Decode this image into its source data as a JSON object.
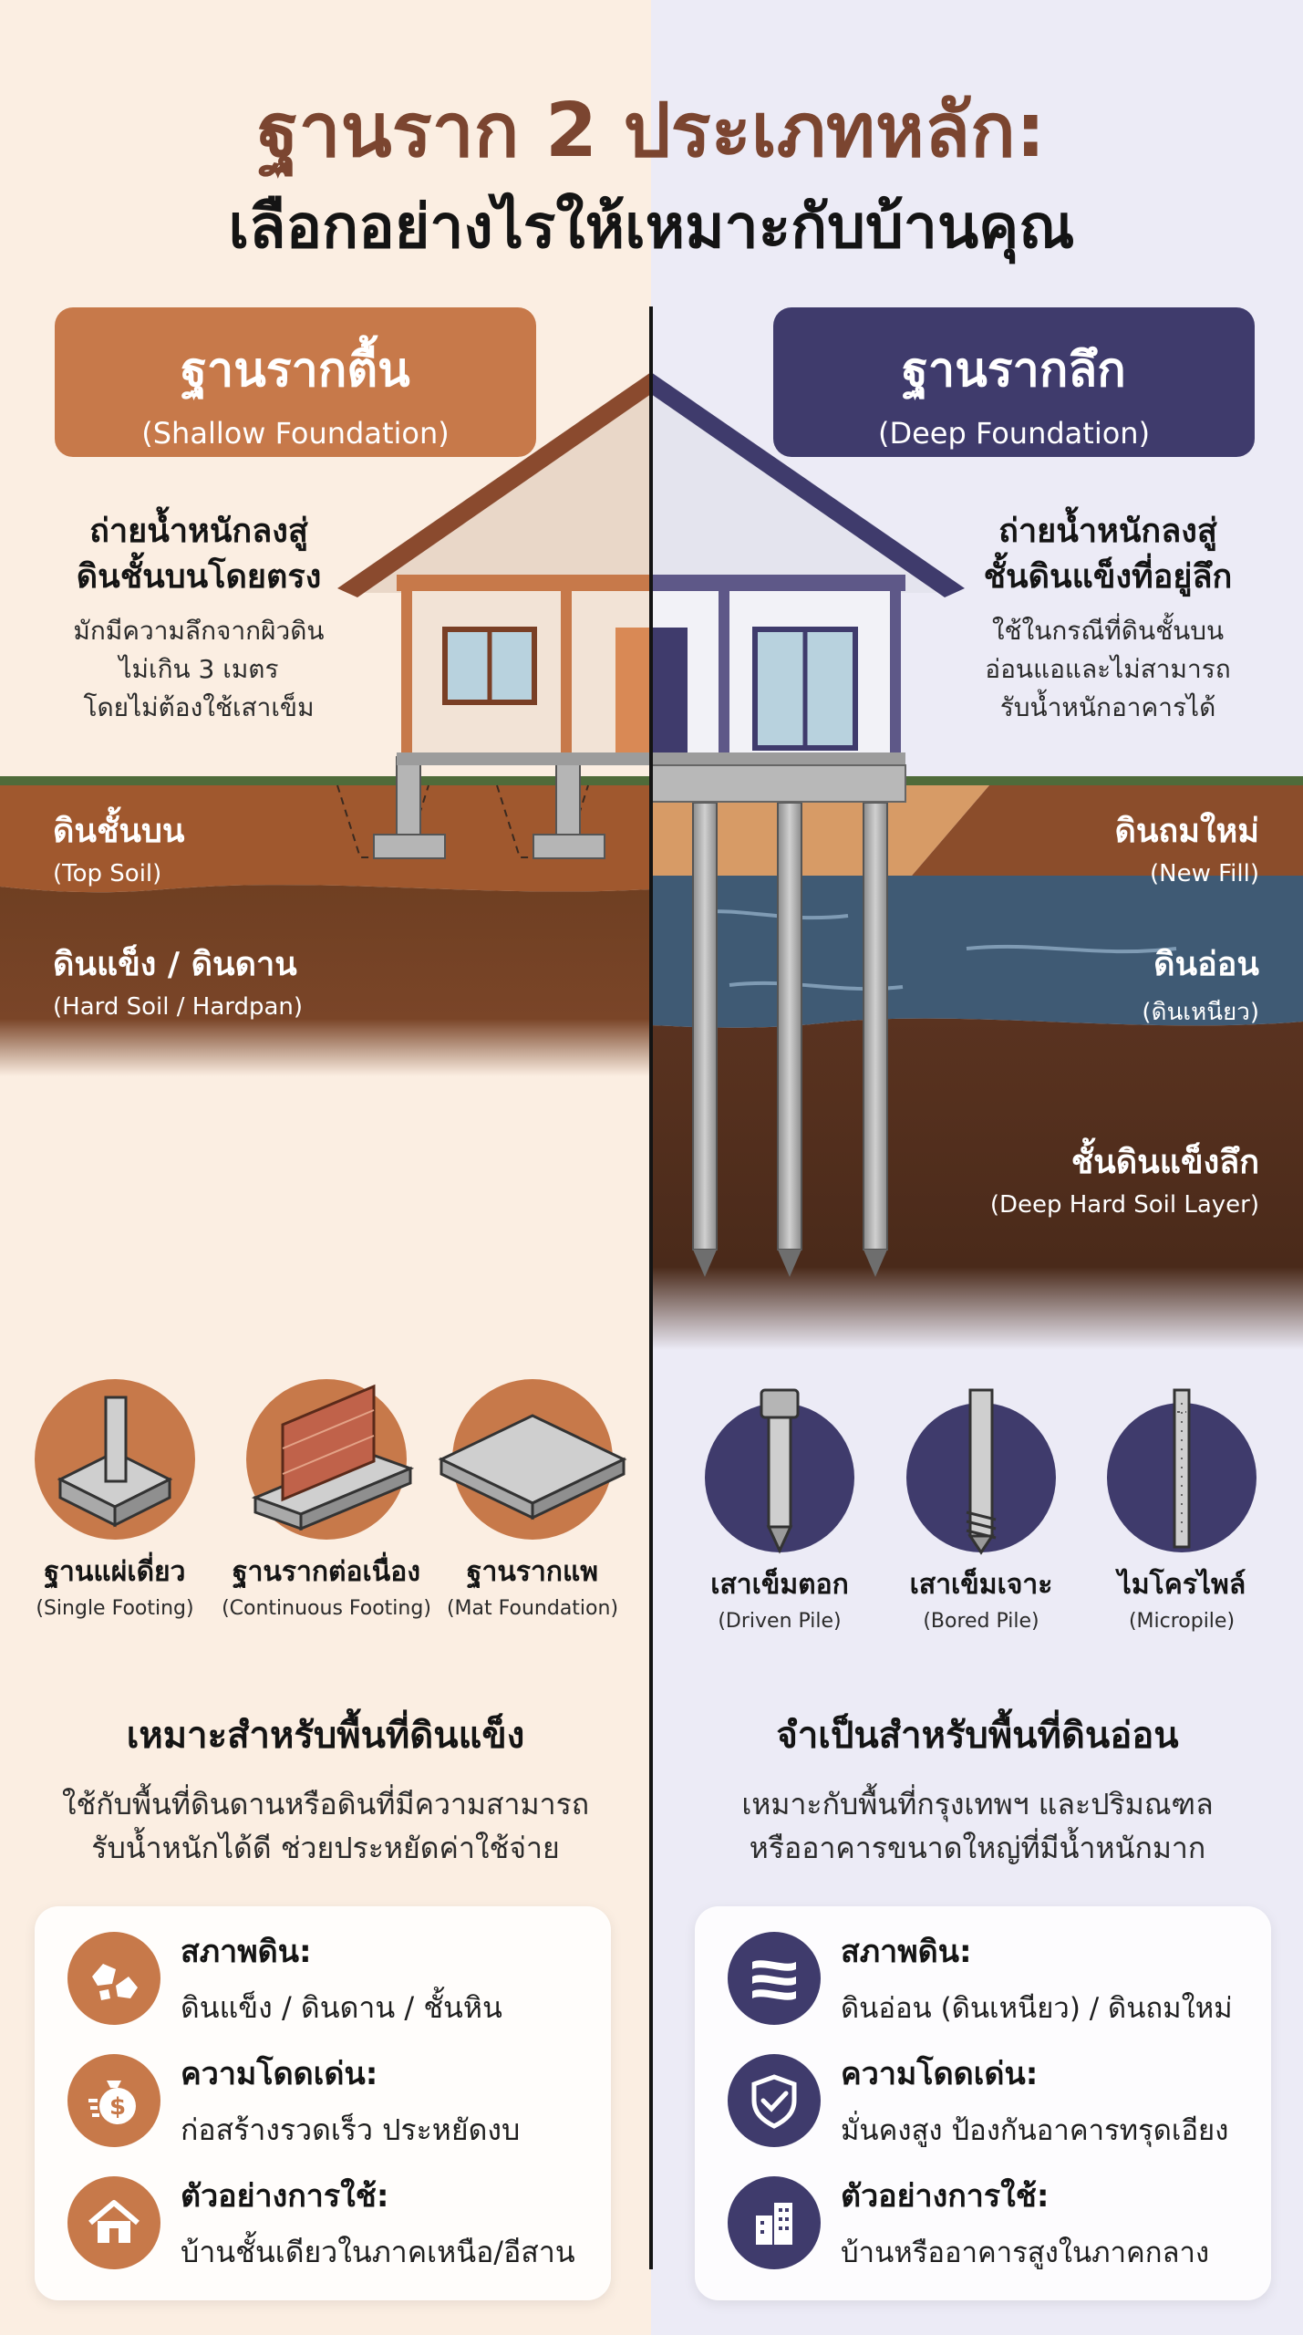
{
  "title": {
    "line1": "ฐานราก 2 ประเภทหลัก:",
    "line2": "เลือกอย่างไรให้เหมาะกับบ้านคุณ"
  },
  "shallow": {
    "title_th": "ฐานรากตื้น",
    "title_en": "(Shallow Foundation)",
    "desc_head_1": "ถ่ายน้ำหนักลงสู่",
    "desc_head_2": "ดินชั้นบนโดยตรง",
    "desc_body_1": "มักมีความลึกจากผิวดิน",
    "desc_body_2": "ไม่เกิน 3 เมตร",
    "desc_body_3": "โดยไม่ต้องใช้เสาเข็ม",
    "layers": [
      {
        "th": "ดินชั้นบน",
        "en": "(Top Soil)"
      },
      {
        "th": "ดินแข็ง / ดินดาน",
        "en": "(Hard Soil / Hardpan)"
      }
    ],
    "types": [
      {
        "th": "ฐานแผ่เดี่ยว",
        "en": "(Single Footing)"
      },
      {
        "th": "ฐานรากต่อเนื่อง",
        "en": "(Continuous Footing)"
      },
      {
        "th": "ฐานรากแพ",
        "en": "(Mat Foundation)"
      }
    ],
    "suit_head": "เหมาะสำหรับพื้นที่ดินแข็ง",
    "suit_body_1": "ใช้กับพื้นที่ดินดานหรือดินที่มีความสามารถ",
    "suit_body_2": "รับน้ำหนักได้ดี ช่วยประหยัดค่าใช้จ่าย",
    "card": [
      {
        "icon": "rocks-icon",
        "label": "สภาพดิน:",
        "value": "ดินแข็ง / ดินดาน / ชั้นหิน"
      },
      {
        "icon": "money-bag-icon",
        "label": "ความโดดเด่น:",
        "value": "ก่อสร้างรวดเร็ว ประหยัดงบ"
      },
      {
        "icon": "house-icon",
        "label": "ตัวอย่างการใช้:",
        "value": "บ้านชั้นเดียวในภาคเหนือ/อีสาน"
      }
    ]
  },
  "deep": {
    "title_th": "ฐานรากลึก",
    "title_en": "(Deep Foundation)",
    "desc_head_1": "ถ่ายน้ำหนักลงสู่",
    "desc_head_2": "ชั้นดินแข็งที่อยู่ลึก",
    "desc_body_1": "ใช้ในกรณีที่ดินชั้นบน",
    "desc_body_2": "อ่อนแอและไม่สามารถ",
    "desc_body_3": "รับน้ำหนักอาคารได้",
    "layers": [
      {
        "th": "ดินถมใหม่",
        "en": "(New Fill)"
      },
      {
        "th": "ดินอ่อน",
        "en": "(ดินเหนียว)"
      },
      {
        "th": "ชั้นดินแข็งลึก",
        "en": "(Deep Hard Soil Layer)"
      }
    ],
    "types": [
      {
        "th": "เสาเข็มตอก",
        "en": "(Driven Pile)"
      },
      {
        "th": "เสาเข็มเจาะ",
        "en": "(Bored Pile)"
      },
      {
        "th": "ไมโครไพล์",
        "en": "(Micropile)"
      }
    ],
    "suit_head": "จำเป็นสำหรับพื้นที่ดินอ่อน",
    "suit_body_1": "เหมาะกับพื้นที่กรุงเทพฯ และปริมณฑล",
    "suit_body_2": "หรืออาคารขนาดใหญ่ที่มีน้ำหนักมาก",
    "card": [
      {
        "icon": "soil-layers-icon",
        "label": "สภาพดิน:",
        "value": "ดินอ่อน (ดินเหนียว) / ดินถมใหม่"
      },
      {
        "icon": "shield-check-icon",
        "label": "ความโดดเด่น:",
        "value": "มั่นคงสูง ป้องกันอาคารทรุดเอียง"
      },
      {
        "icon": "building-icon",
        "label": "ตัวอย่างการใช้:",
        "value": "บ้านหรืออาคารสูงในภาคกลาง"
      }
    ]
  },
  "colors": {
    "shallow_accent": "#c7794a",
    "deep_accent": "#3f3b6c",
    "title_brown": "#7b4530"
  }
}
